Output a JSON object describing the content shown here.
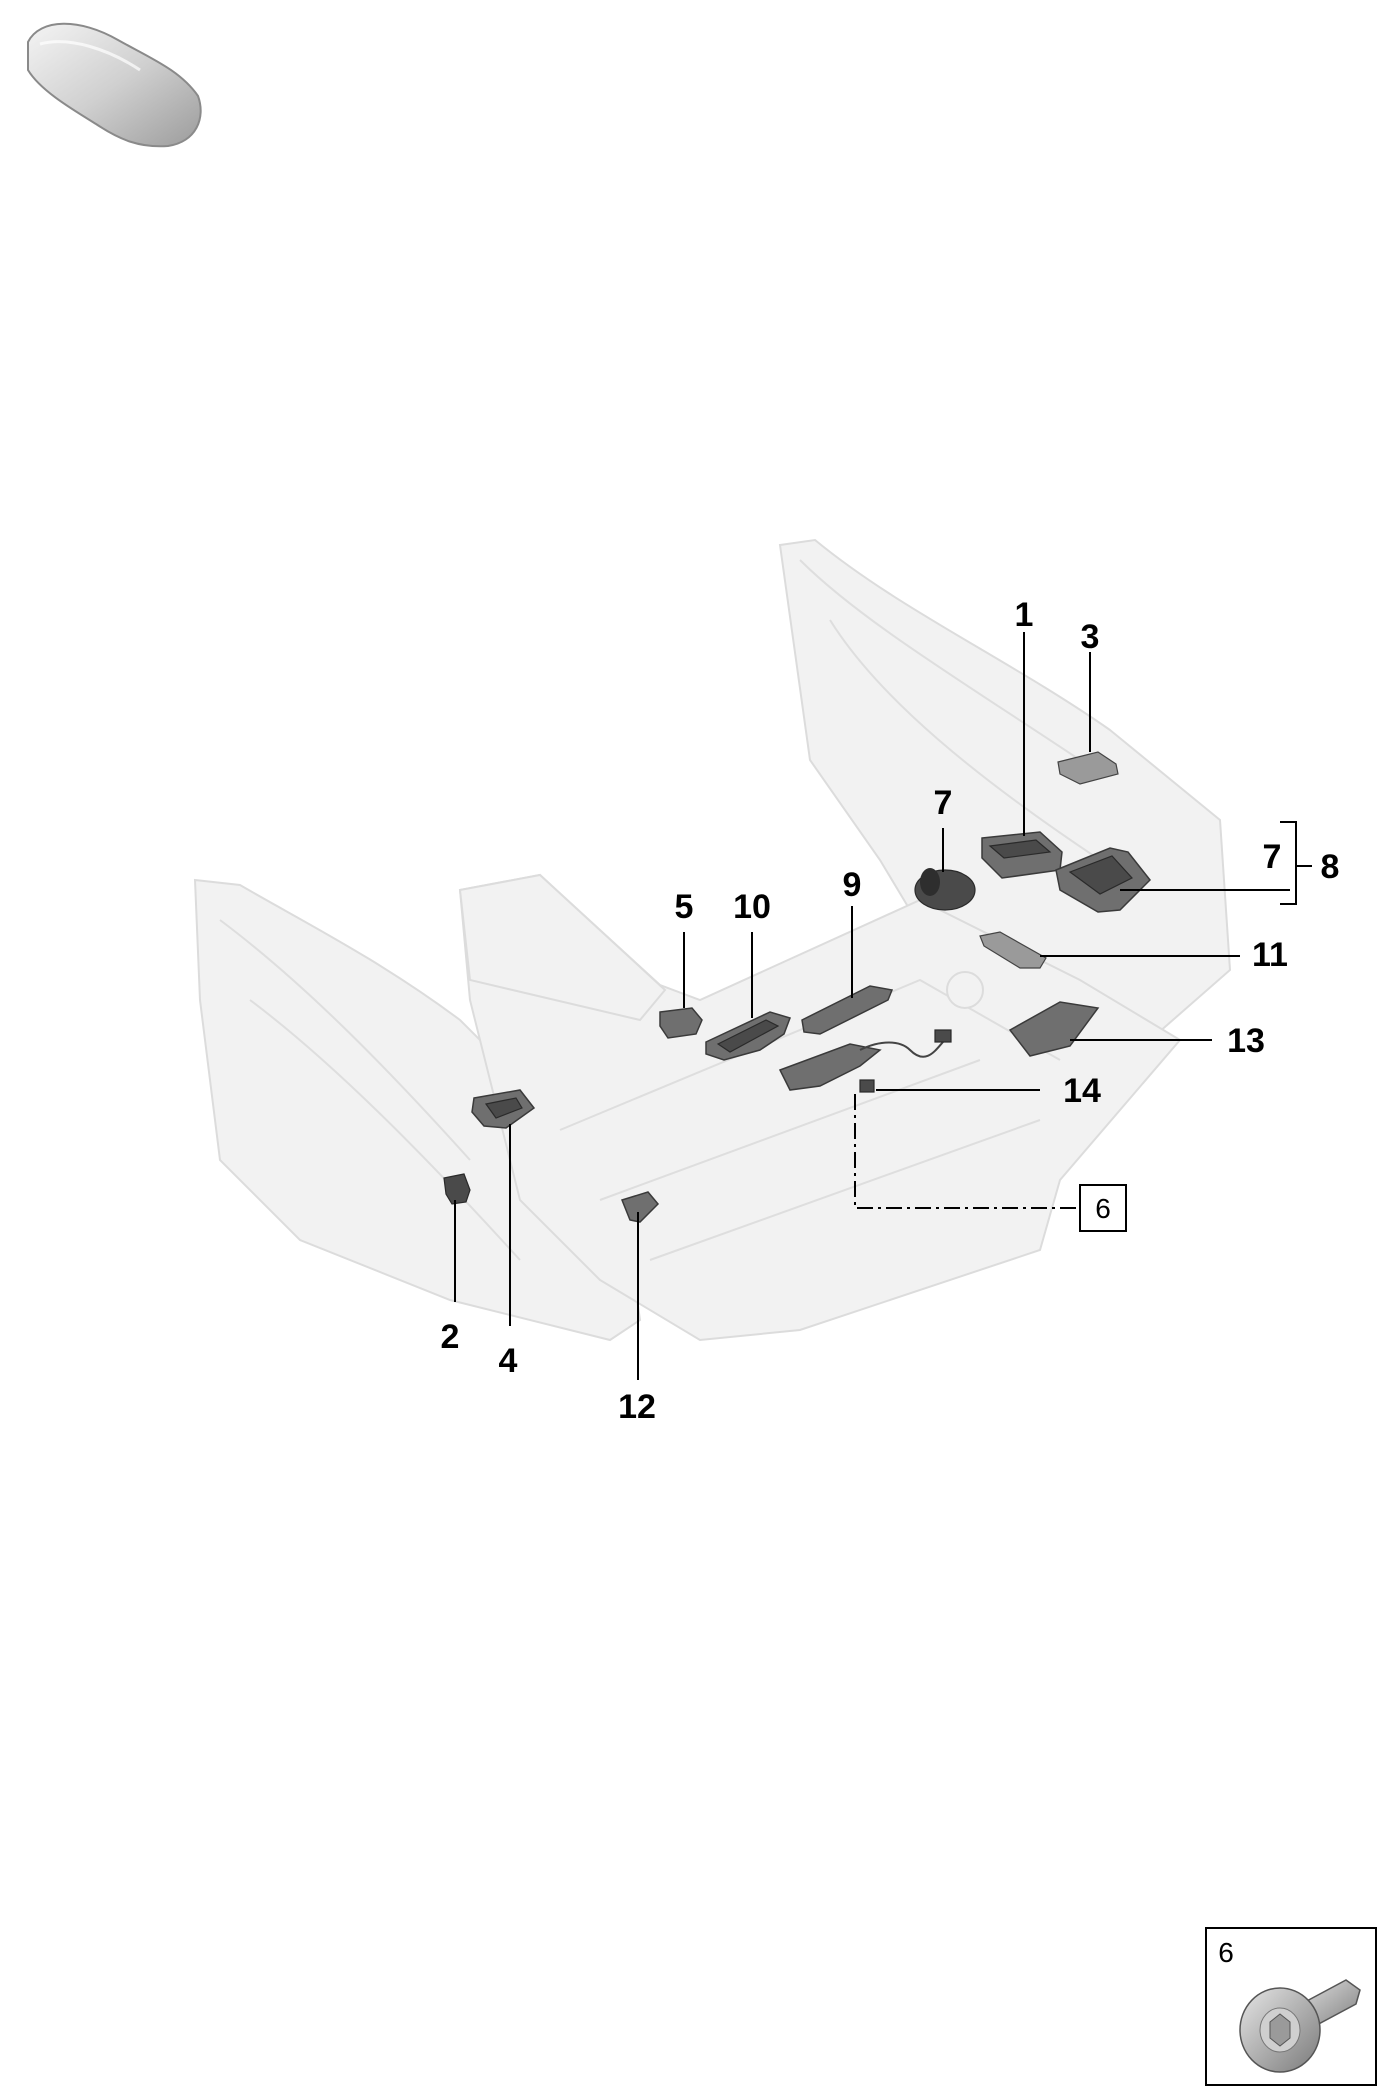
{
  "callouts": {
    "c1": "1",
    "c3": "3",
    "c7a": "7",
    "c7b": "7",
    "c8": "8",
    "c5": "5",
    "c10": "10",
    "c9": "9",
    "c11": "11",
    "c13": "13",
    "c14": "14",
    "c2": "2",
    "c4": "4",
    "c12": "12"
  },
  "references": {
    "main_box": "6",
    "inset_box": "6"
  },
  "icons": {
    "car_thumbnail": "car-silhouette-icon",
    "screw_detail": "screw-icon"
  }
}
